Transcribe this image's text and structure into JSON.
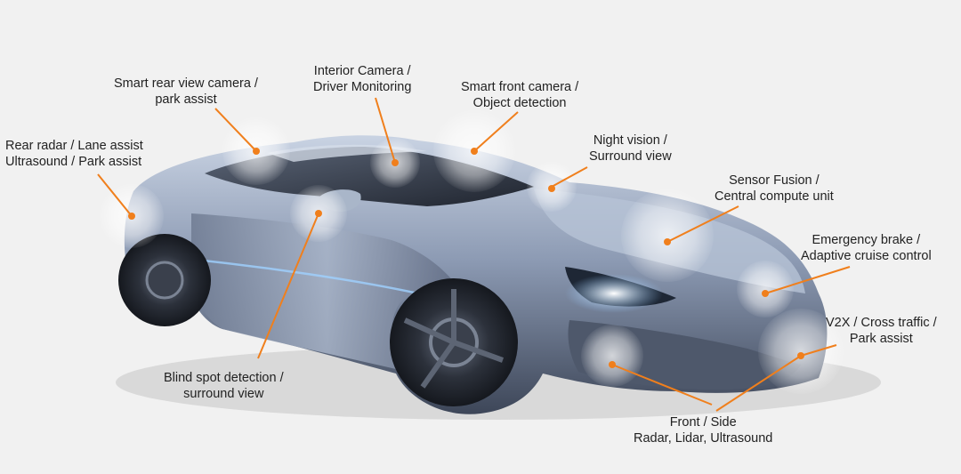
{
  "colors": {
    "background": "#f1f1f1",
    "accent": "#f07f1c",
    "car_body": "#8a9bb5",
    "text": "#222222"
  },
  "callouts": [
    {
      "id": "rear-radar",
      "lines": [
        "Rear radar / Lane assist",
        "Ultrasound / Park assist"
      ]
    },
    {
      "id": "rear-camera",
      "lines": [
        "Smart rear view camera /",
        "park assist"
      ]
    },
    {
      "id": "interior-camera",
      "lines": [
        "Interior Camera /",
        "Driver Monitoring"
      ]
    },
    {
      "id": "front-camera",
      "lines": [
        "Smart front camera /",
        "Object detection"
      ]
    },
    {
      "id": "night-vision",
      "lines": [
        "Night vision /",
        "Surround view"
      ]
    },
    {
      "id": "sensor-fusion",
      "lines": [
        "Sensor Fusion /",
        "Central compute unit"
      ]
    },
    {
      "id": "emergency-brake",
      "lines": [
        "Emergency brake /",
        "Adaptive cruise control"
      ]
    },
    {
      "id": "v2x",
      "lines": [
        "V2X / Cross traffic /",
        "Park assist"
      ]
    },
    {
      "id": "front-side",
      "lines": [
        "Front / Side",
        "Radar, Lidar, Ultrasound"
      ]
    },
    {
      "id": "blind-spot",
      "lines": [
        "Blind spot detection /",
        "surround view"
      ]
    }
  ]
}
